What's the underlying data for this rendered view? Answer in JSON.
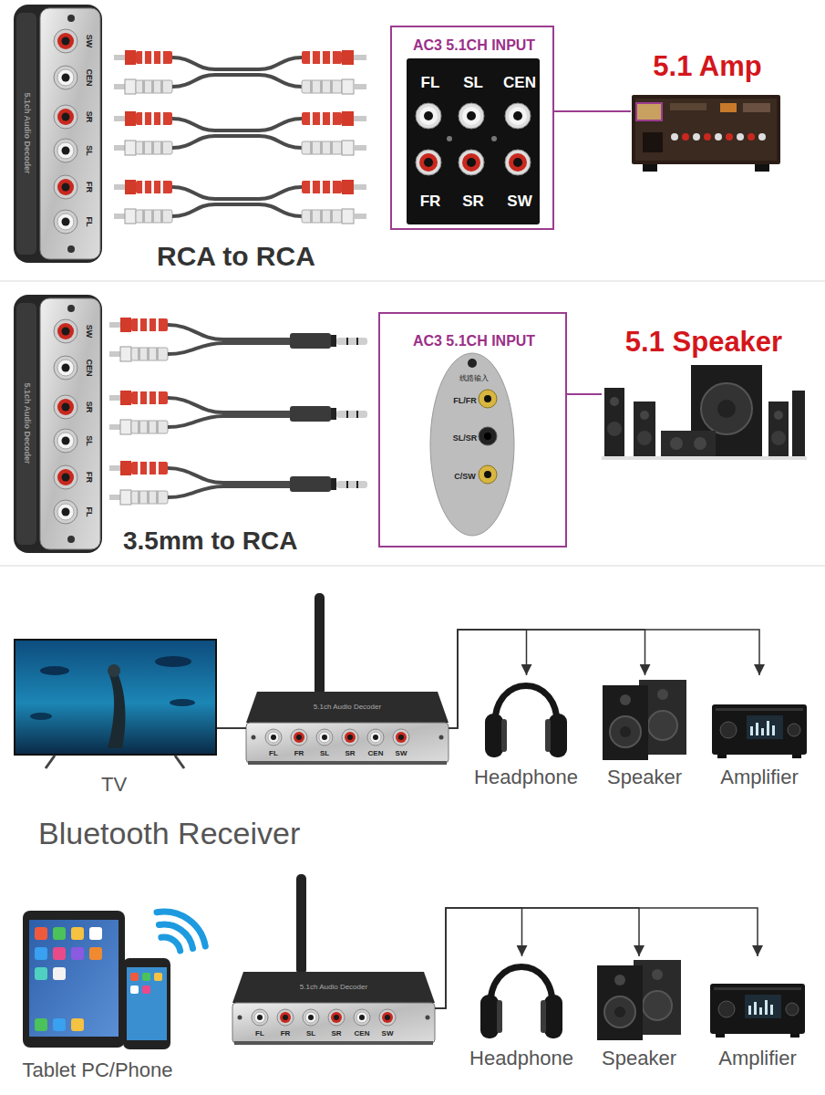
{
  "diagram": {
    "nodes": [
      {
        "text": [
          "5.1ch Audio Decoder",
          "SW",
          "CEN",
          "SR",
          "SL",
          "FR",
          "FL"
        ]
      },
      {
        "text": [
          "AC3 5.1CH INPUT",
          "FL",
          "SL",
          "CEN",
          "FR",
          "SR",
          "SW"
        ]
      },
      {
        "text": [
          "5.1 Amp"
        ]
      },
      {
        "text": [
          "5.1ch Audio Decoder",
          "SW",
          "CEN",
          "SR",
          "SL",
          "FR",
          "FL"
        ]
      },
      {
        "text": [
          "AC3 5.1CH INPUT",
          "线路输入",
          "FL/FR",
          "SL/SR",
          "C/SW"
        ]
      },
      {
        "text": [
          "5.1 Speaker"
        ]
      },
      {
        "text": [
          "TV"
        ]
      },
      {
        "text": [
          "5.1ch Audio Decoder",
          "FL",
          "FR",
          "SL",
          "SR",
          "CEN",
          "SW"
        ]
      },
      {
        "text": [
          "Headphone"
        ]
      },
      {
        "text": [
          "Speaker"
        ]
      },
      {
        "text": [
          "Amplifier"
        ]
      },
      {
        "text": [
          "Tablet PC/Phone"
        ]
      },
      {
        "text": [
          "5.1ch Audio Decoder",
          "FL",
          "FR",
          "SL",
          "SR",
          "CEN",
          "SW"
        ]
      },
      {
        "text": [
          "Headphone"
        ]
      },
      {
        "text": [
          "Speaker"
        ]
      },
      {
        "text": [
          "Amplifier"
        ]
      }
    ],
    "edges": [
      {
        "from": 1,
        "to": 2,
        "arrow": "none"
      },
      {
        "from": 4,
        "to": 5,
        "arrow": "none"
      },
      {
        "from": 6,
        "to": 7,
        "arrow": "none"
      },
      {
        "from": 7,
        "to": 8,
        "arrow": "to"
      },
      {
        "from": 7,
        "to": 9,
        "arrow": "to"
      },
      {
        "from": 7,
        "to": 10,
        "arrow": "to"
      },
      {
        "from": 12,
        "to": 13,
        "arrow": "to"
      },
      {
        "from": 12,
        "to": 14,
        "arrow": "to"
      },
      {
        "from": 12,
        "to": 15,
        "arrow": "to"
      }
    ],
    "labels": [
      "RCA to RCA",
      "3.5mm to RCA",
      "Bluetooth Receiver"
    ]
  }
}
